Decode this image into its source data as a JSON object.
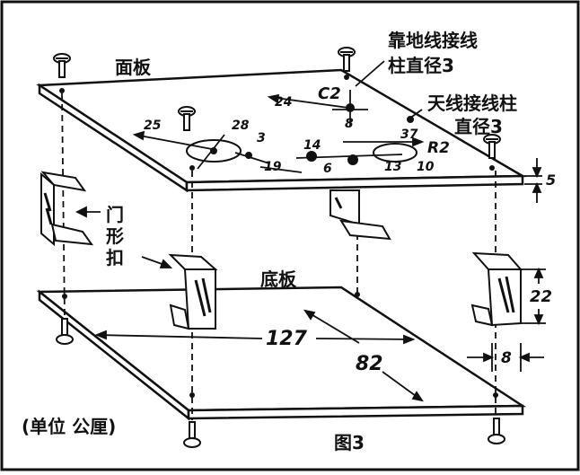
{
  "labels": {
    "top_panel": "面板",
    "bottom_panel": "底板",
    "ground_post_line1": "靠地线接线",
    "ground_post_line2": "柱直径3",
    "antenna_post_line1": "天线接线柱",
    "antenna_post_line2": "直径3",
    "bracket_line1": "门",
    "bracket_line2": "形",
    "bracket_line3": "扣",
    "unit_note": "(单位 公厘)",
    "figure_caption": "图3"
  },
  "dimensions": {
    "d25": "25",
    "d28": "28",
    "d3": "3",
    "d24": "24",
    "c2": "C2",
    "d8_top": "8",
    "d37": "37",
    "r2": "R2",
    "d14": "14",
    "d6": "6",
    "d13": "13",
    "d10": "10",
    "d19": "19",
    "d5": "5",
    "d22": "22",
    "d127": "127",
    "d82": "82",
    "d8_side": "8"
  },
  "colors": {
    "ink": "#111111",
    "paper": "#ffffff"
  }
}
